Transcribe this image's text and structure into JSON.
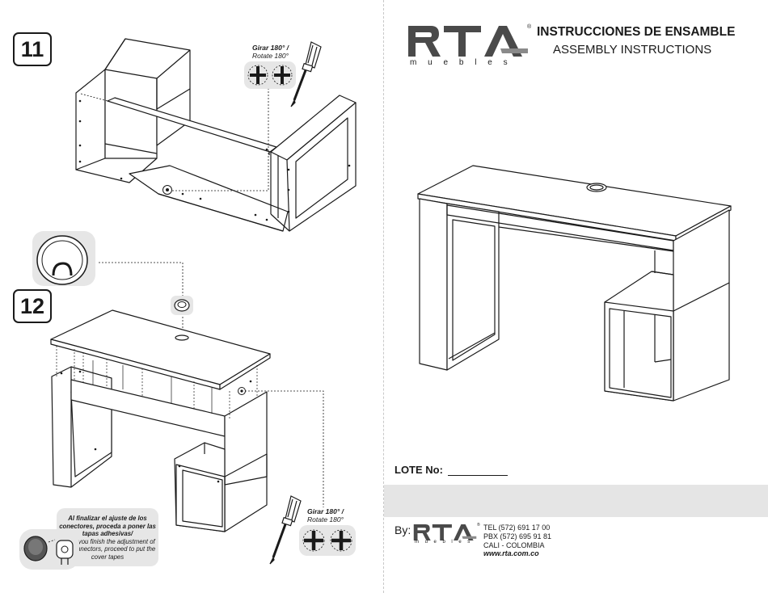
{
  "steps": {
    "step11": {
      "number": "11",
      "rotate_es": "Girar 180° /",
      "rotate_en": "Rotate 180°"
    },
    "step12": {
      "number": "12",
      "rotate_es": "Girar 180° /",
      "rotate_en": "Rotate 180°",
      "note_es": "Al finalizar el ajuste de los conectores, proceda a poner las tapas adhesivas/",
      "note_en": "When you finish the adjustment of the connectors, proceed to put the cover tapes"
    }
  },
  "brand": {
    "name": "RTA",
    "subtitle": "muebles",
    "registered": "®"
  },
  "header": {
    "title_es": "INSTRUCCIONES DE ENSAMBLE",
    "title_en": "ASSEMBLY INSTRUCTIONS"
  },
  "lote": {
    "label": "LOTE No:"
  },
  "footer": {
    "by_label": "By:",
    "logo_name": "RTA",
    "logo_subtitle": "muebles",
    "registered": "®",
    "tel": "TEL (572) 691 17 00",
    "pbx": "PBX (572) 695 91 81",
    "city": "CALI - COLOMBIA",
    "web": "www.rta.com.co"
  },
  "colors": {
    "ink": "#1a1a1a",
    "band": "#e5e5e5",
    "note_bg": "#e6e6e6"
  }
}
